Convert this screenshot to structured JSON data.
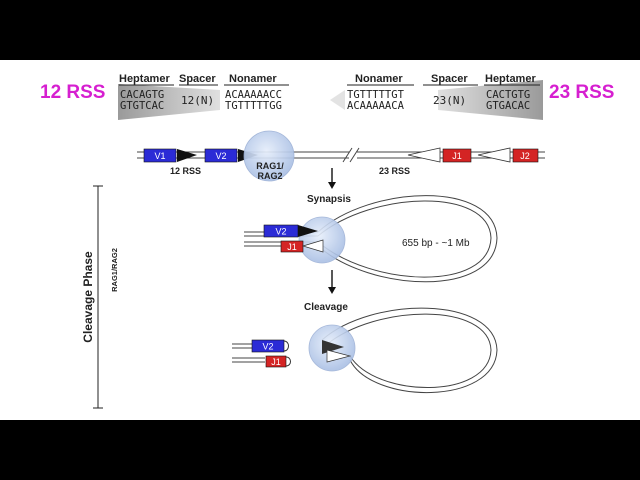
{
  "rss_left": {
    "label": "12 RSS",
    "headers": {
      "heptamer": "Heptamer",
      "spacer": "Spacer",
      "nonamer": "Nonamer"
    },
    "heptamer": [
      "CACAGTG",
      "GTGTCAC"
    ],
    "spacer": "12(N)",
    "nonamer": [
      "ACAAAAACC",
      "TGTTTTTGG"
    ]
  },
  "rss_right": {
    "label": "23 RSS",
    "headers": {
      "nonamer": "Nonamer",
      "spacer": "Spacer",
      "heptamer": "Heptamer"
    },
    "nonamer": [
      "TGTTTTTGT",
      "ACAAAAACA"
    ],
    "spacer": "23(N)",
    "heptamer": [
      "CACTGTG",
      "GTGACAC"
    ]
  },
  "segments": {
    "v1": "V1",
    "v2": "V2",
    "j1": "J1",
    "j2": "J2"
  },
  "rag_label": [
    "RAG1/",
    "RAG2"
  ],
  "rss12_caption": "12 RSS",
  "rss23_caption": "23 RSS",
  "synapsis": "Synapsis",
  "cleavage": "Cleavage",
  "loop_size": "655 bp - ~1 Mb",
  "phase_label": "Cleavage Phase",
  "rag_vertical": "RAG1/RAG2",
  "colors": {
    "magenta": "#d61fd0",
    "v_blue": "#2b2bd6",
    "j_red": "#d42424",
    "rag_fill": "#c9d7ef",
    "line": "#333333"
  }
}
